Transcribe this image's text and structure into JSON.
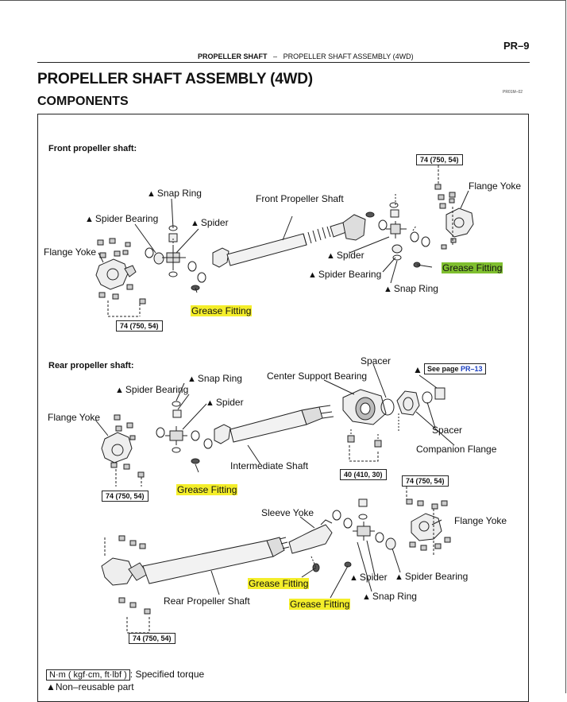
{
  "page": {
    "number": "PR–9",
    "header_section": "PROPELLER SHAFT",
    "header_dash": "–",
    "header_sub": "PROPELLER SHAFT ASSEMBLY (4WD)",
    "title": "PROPELLER SHAFT ASSEMBLY (4WD)",
    "subtitle": "COMPONENTS",
    "code": "PR01M–02"
  },
  "front": {
    "section_label": "Front propeller shaft:",
    "labels": {
      "snap_ring_left": "Snap Ring",
      "spider_bearing_left": "Spider Bearing",
      "spider_left": "Spider",
      "flange_yoke_left": "Flange Yoke",
      "grease_fitting_left": "Grease Fitting",
      "front_propeller_shaft": "Front Propeller Shaft",
      "flange_yoke_right": "Flange Yoke",
      "spider_right": "Spider",
      "spider_bearing_right": "Spider Bearing",
      "snap_ring_right": "Snap Ring",
      "grease_fitting_right": "Grease Fitting"
    },
    "torque_top": "74 (750, 54)",
    "torque_bottom": "74 (750, 54)"
  },
  "rear": {
    "section_label": "Rear propeller shaft:",
    "labels": {
      "snap_ring": "Snap Ring",
      "spider_bearing": "Spider Bearing",
      "spider": "Spider",
      "flange_yoke_left": "Flange Yoke",
      "grease_fitting_1": "Grease Fitting",
      "intermediate_shaft": "Intermediate Shaft",
      "spacer_top": "Spacer",
      "center_support_bearing": "Center Support Bearing",
      "see_page_prefix": "See page",
      "see_page_link": "PR–13",
      "spacer_right": "Spacer",
      "companion_flange": "Companion Flange",
      "sleeve_yoke": "Sleeve Yoke",
      "flange_yoke_right": "Flange Yoke",
      "grease_fitting_2": "Grease Fitting",
      "grease_fitting_3": "Grease Fitting",
      "spider_2": "Spider",
      "spider_bearing_2": "Spider Bearing",
      "snap_ring_2": "Snap Ring",
      "rear_propeller_shaft": "Rear Propeller Shaft"
    },
    "torque_left": "74 (750, 54)",
    "torque_center": "40 (410, 30)",
    "torque_right": "74 (750, 54)",
    "torque_bottom": "74 (750, 54)"
  },
  "legend": {
    "torque_unit": "N·m ( kgf·cm, ft·lbf )",
    "torque_desc": ": Specified torque",
    "nonreusable_desc": "Non–reusable part"
  },
  "colors": {
    "highlight_yellow": "#f4ee2a",
    "highlight_green": "#7fbf2f",
    "link_blue": "#1a3fbf"
  }
}
